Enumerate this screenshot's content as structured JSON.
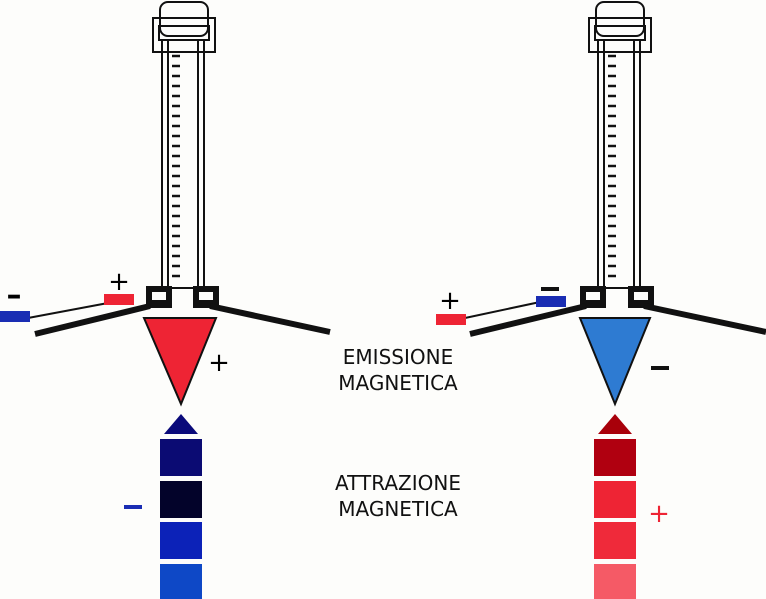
{
  "labels": {
    "emission_line1": "EMISSIONE",
    "emission_line2": "MAGNETICA",
    "attraction_line1": "ATTRAZIONE",
    "attraction_line2": "MAGNETICA"
  },
  "signs": {
    "plus": "+",
    "minus": "–"
  },
  "colors": {
    "red": "#ee2434",
    "blue_cone": "#2e7bd2",
    "navy": "#0a0a7a",
    "wire_blue": "#1a2db3",
    "dark_red": "#a8000a",
    "stack_blue": [
      "#0b0b73",
      "#03032a",
      "#0c22b8",
      "#0e48c6"
    ],
    "stack_red": [
      "#b00010",
      "#ee2434",
      "#ef2a3a",
      "#f55a66"
    ]
  }
}
